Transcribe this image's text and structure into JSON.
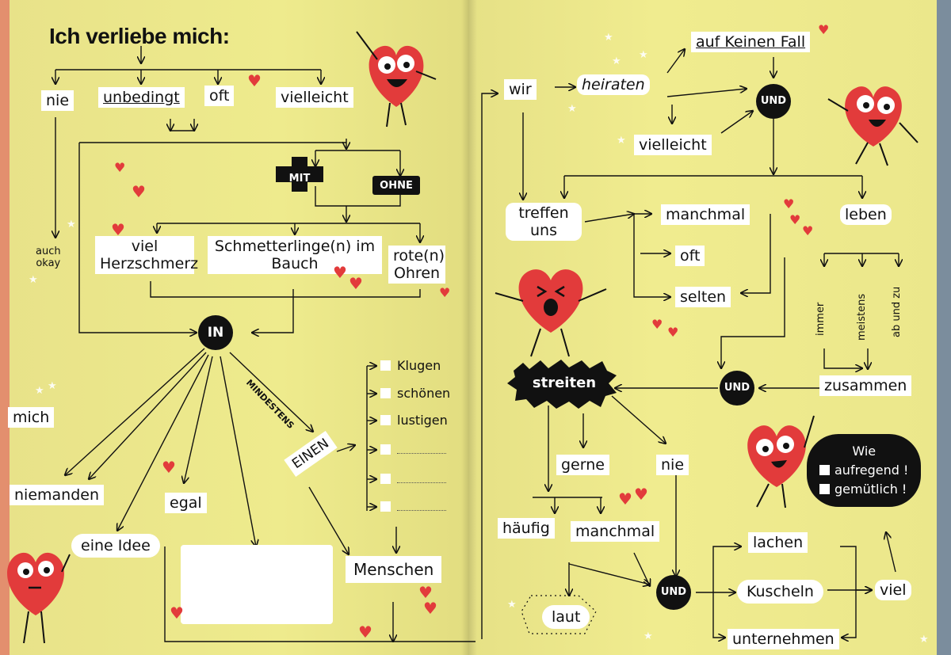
{
  "colors": {
    "page": "#eeeb8d",
    "heart": "#e23b3b",
    "ink": "#111111",
    "box": "#ffffff"
  },
  "left": {
    "title": "Ich verliebe mich:",
    "freq": {
      "nie": "nie",
      "unbedingt": "unbedingt",
      "oft": "oft",
      "vielleicht": "vielleicht"
    },
    "auch_okay": [
      "auch",
      "okay"
    ],
    "mit": "MIT",
    "ohne": "OHNE",
    "herzschmerz": "viel Herzschmerz",
    "schmetterlinge": "Schmetterlinge(n) im Bauch",
    "rote_ohren": "rote(n) Ohren",
    "in": "IN",
    "mindestens": "MINDESTENS",
    "einen": "EINEN",
    "adjectives": [
      "Klugen",
      "schönen",
      "lustigen"
    ],
    "mich": "mich",
    "niemanden": "niemanden",
    "eine_idee": "eine Idee",
    "egal": "egal",
    "menschen": "Menschen"
  },
  "right": {
    "wir": "wir",
    "heiraten": "heiraten",
    "auf_keinen_fall": "auf Keinen Fall",
    "vielleicht": "vielleicht",
    "und": "UND",
    "treffen_uns": "treffen uns",
    "manchmal": "manchmal",
    "oft": "oft",
    "selten": "selten",
    "leben": "leben",
    "immer": "immer",
    "meistens": "meistens",
    "ab_und_zu": "ab und zu",
    "zusammen": "zusammen",
    "streiten": "streiten",
    "gerne": "gerne",
    "nie": "nie",
    "haeufig": "häufig",
    "manchmal2": "manchmal",
    "laut": "laut",
    "lachen": "lachen",
    "kuscheln": "Kuscheln",
    "unternehmen": "unternehmen",
    "viel": "viel",
    "speech": {
      "wie": "Wie",
      "opt1": "aufregend !",
      "opt2": "gemütlich !"
    }
  }
}
